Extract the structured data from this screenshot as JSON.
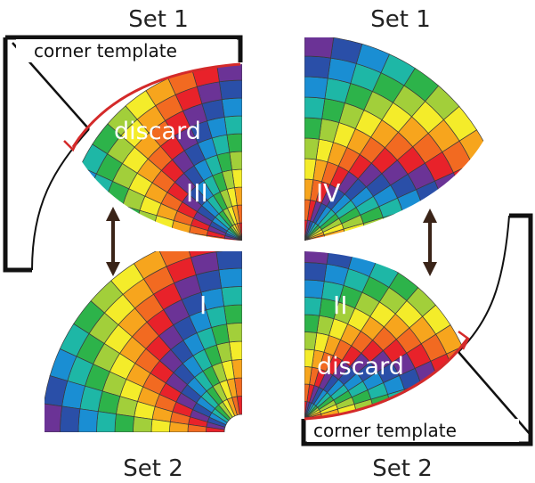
{
  "labels": {
    "top_left": "Set 1",
    "top_right": "Set 1",
    "bottom_left": "Set 2",
    "bottom_right": "Set 2"
  },
  "templates": {
    "left": "corner template",
    "right": "corner template"
  },
  "quadrants": {
    "q1": "I",
    "q2": "II",
    "q3": "III",
    "q4": "IV"
  },
  "discard": {
    "left": "discard",
    "right": "discard"
  },
  "colors": {
    "palette": [
      "#e8222a",
      "#f26a21",
      "#f7a51d",
      "#f4ec2a",
      "#a2cf3a",
      "#2db34a",
      "#1eb7a6",
      "#1a8ed3",
      "#2a4fa8",
      "#6b3396"
    ],
    "cut_line": "#d42a2a",
    "outline": "#111111"
  }
}
